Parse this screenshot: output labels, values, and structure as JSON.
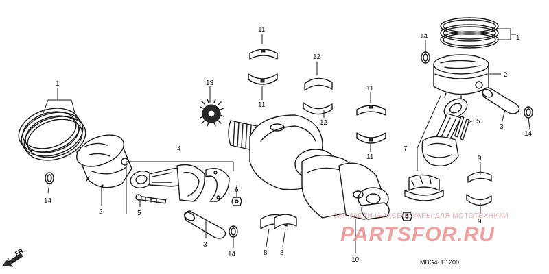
{
  "callouts": [
    {
      "id": "c1a",
      "text": "1"
    },
    {
      "id": "c1b",
      "text": "1"
    },
    {
      "id": "c2a",
      "text": "2"
    },
    {
      "id": "c2b",
      "text": "2"
    },
    {
      "id": "c3a",
      "text": "3"
    },
    {
      "id": "c3b",
      "text": "3"
    },
    {
      "id": "c4",
      "text": "4"
    },
    {
      "id": "c5a",
      "text": "5"
    },
    {
      "id": "c5b",
      "text": "5"
    },
    {
      "id": "c6a",
      "text": "6"
    },
    {
      "id": "c6b",
      "text": "6"
    },
    {
      "id": "c7",
      "text": "7"
    },
    {
      "id": "c8a",
      "text": "8"
    },
    {
      "id": "c8b",
      "text": "8"
    },
    {
      "id": "c9a",
      "text": "9"
    },
    {
      "id": "c9b",
      "text": "9"
    },
    {
      "id": "c10",
      "text": "10"
    },
    {
      "id": "c11a",
      "text": "11"
    },
    {
      "id": "c11b",
      "text": "11"
    },
    {
      "id": "c11c",
      "text": "11"
    },
    {
      "id": "c11d",
      "text": "11"
    },
    {
      "id": "c12a",
      "text": "12"
    },
    {
      "id": "c12b",
      "text": "12"
    },
    {
      "id": "c13",
      "text": "13"
    },
    {
      "id": "c14a",
      "text": "14"
    },
    {
      "id": "c14b",
      "text": "14"
    },
    {
      "id": "c14c",
      "text": "14"
    },
    {
      "id": "c14d",
      "text": "14"
    }
  ],
  "diagram_code": "MBG4- E1200",
  "front_marker": "FR.",
  "watermark": {
    "tagline": "ЗАПЧАСТИ И АКСЕССУАРЫ ДЛЯ МОТОТЕХНИКИ",
    "logo": "PARTSFOR.RU"
  },
  "colors": {
    "line": "#1a1a1a",
    "watermark": "#ef8e8e"
  }
}
